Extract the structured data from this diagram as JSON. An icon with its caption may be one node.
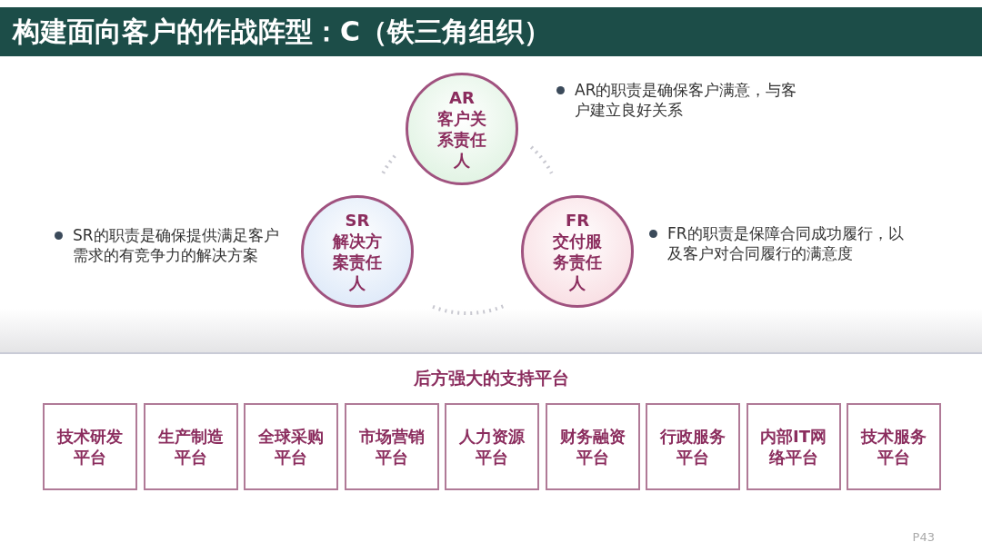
{
  "diagram": {
    "title": "构建面向客户的作战阵型：C（铁三角组织）",
    "nodes": [
      {
        "text": [
          "AR",
          "客户关系责任人"
        ],
        "beside": [
          "AR的职责是确保客户满意，与客户建立良好关系"
        ]
      },
      {
        "text": [
          "SR",
          "解决方案责任人"
        ],
        "beside": [
          "SR的职责是确保提供满足客户需求的有竞争力的解决方案"
        ]
      },
      {
        "text": [
          "FR",
          "交付服务责任人"
        ],
        "beside": [
          "FR的职责是保障合同成功履行，以及客户对合同履行的满意度"
        ]
      },
      {
        "text": [
          "技术研发平台"
        ]
      },
      {
        "text": [
          "生产制造平台"
        ]
      },
      {
        "text": [
          "全球采购平台"
        ]
      },
      {
        "text": [
          "市场营销平台"
        ]
      },
      {
        "text": [
          "人力资源平台"
        ]
      },
      {
        "text": [
          "财务融资平台"
        ]
      },
      {
        "text": [
          "行政服务平台"
        ]
      },
      {
        "text": [
          "内部IT网络平台"
        ]
      },
      {
        "text": [
          "技术服务平台"
        ]
      }
    ],
    "labels": [
      "后方强大的支持平台",
      "P43"
    ]
  }
}
